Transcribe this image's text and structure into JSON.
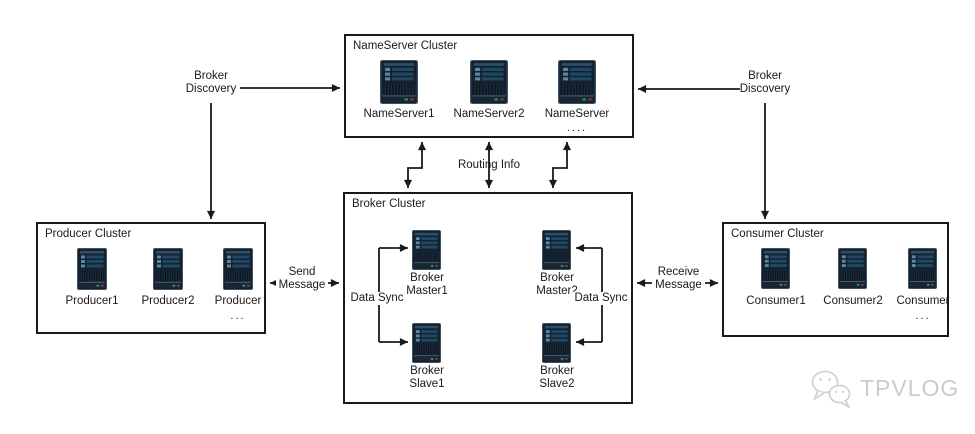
{
  "diagram": {
    "clusters": {
      "nameserver": {
        "title": "NameServer Cluster",
        "items": [
          {
            "label": "NameServer1"
          },
          {
            "label": "NameServer2"
          },
          {
            "label": "NameServer",
            "more": "...."
          }
        ]
      },
      "broker": {
        "title": "Broker Cluster",
        "items": [
          {
            "line1": "Broker",
            "line2": "Master1"
          },
          {
            "line1": "Broker",
            "line2": "Master2"
          },
          {
            "line1": "Broker",
            "line2": "Slave1"
          },
          {
            "line1": "Broker",
            "line2": "Slave2"
          }
        ],
        "data_sync_left": "Data Sync",
        "data_sync_right": "Data Sync"
      },
      "producer": {
        "title": "Producer Cluster",
        "items": [
          {
            "label": "Producer1"
          },
          {
            "label": "Producer2"
          },
          {
            "label": "Producer",
            "more": "..."
          }
        ]
      },
      "consumer": {
        "title": "Consumer Cluster",
        "items": [
          {
            "label": "Consumer1"
          },
          {
            "label": "Consumer2"
          },
          {
            "label": "Consumer",
            "more": "..."
          }
        ]
      }
    },
    "edges": {
      "broker_discovery_left": {
        "line1": "Broker",
        "line2": "Discovery"
      },
      "broker_discovery_right": {
        "line1": "Broker",
        "line2": "Discovery"
      },
      "routing_info": "Routing Info",
      "send_message": {
        "line1": "Send",
        "line2": "Message"
      },
      "receive_message": {
        "line1": "Receive",
        "line2": "Message"
      }
    }
  },
  "watermark": {
    "text": "TPVLOG",
    "icon": "wechat-bubbles-icon",
    "color": "#cbcbcb"
  },
  "colors": {
    "background": "#ffffff",
    "line": "#1a1a1a",
    "text": "#1a1a1a",
    "box_border": "#1a1a1a",
    "server_body": "#15222e",
    "server_frame": "#3d5266",
    "server_stripe": "#2e4f68",
    "server_bar": "#1e4866",
    "server_chip": "#5a87a5",
    "server_grille_bg": "#1b2c3c",
    "server_grille_line": "#0a131c",
    "server_led_green": "#2da05f",
    "server_led_red": "#8f3c44",
    "watermark_gray": "#cbcbcb"
  }
}
